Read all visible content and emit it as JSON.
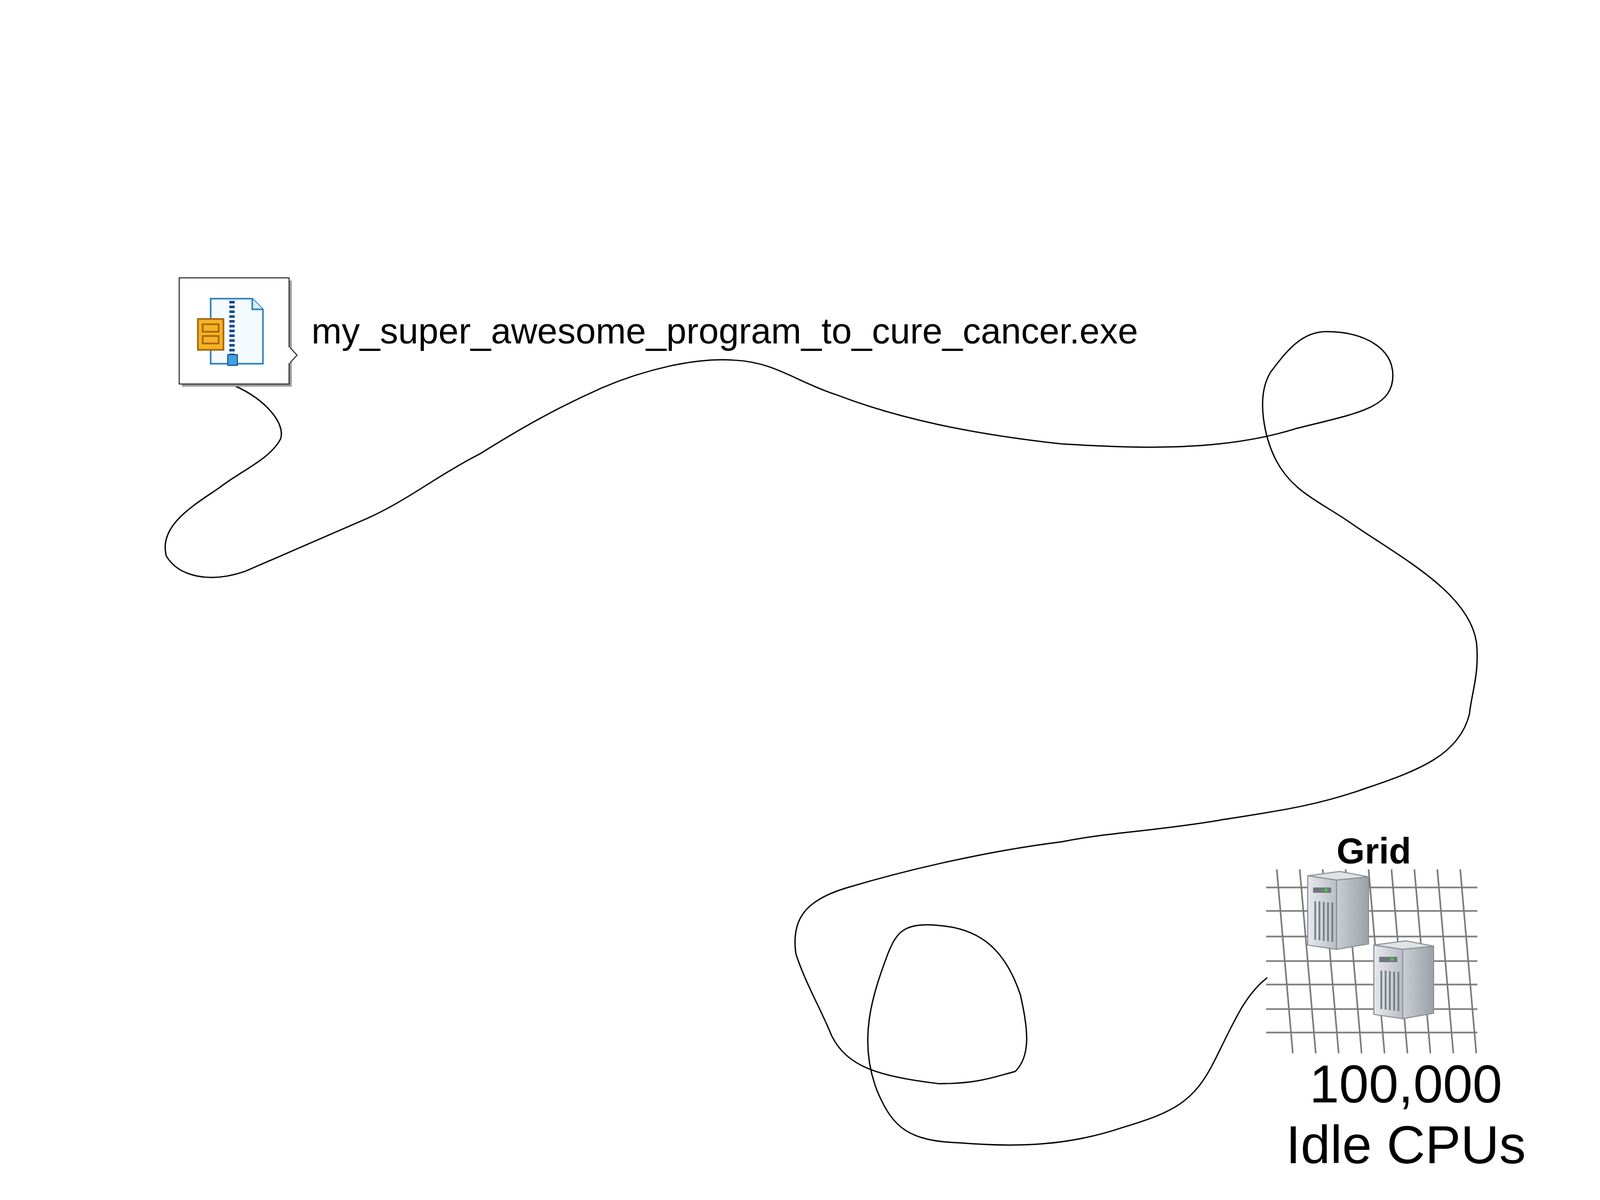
{
  "diagram": {
    "nodes": [
      {
        "text": [
          "my_super_awesome_program_to_cure_cancer.exe"
        ]
      },
      {
        "text": [
          "Grid",
          "100,000 Idle CPUs"
        ]
      }
    ],
    "edges": [
      {
        "from": 0,
        "to": 1,
        "arrow": "none"
      }
    ]
  }
}
